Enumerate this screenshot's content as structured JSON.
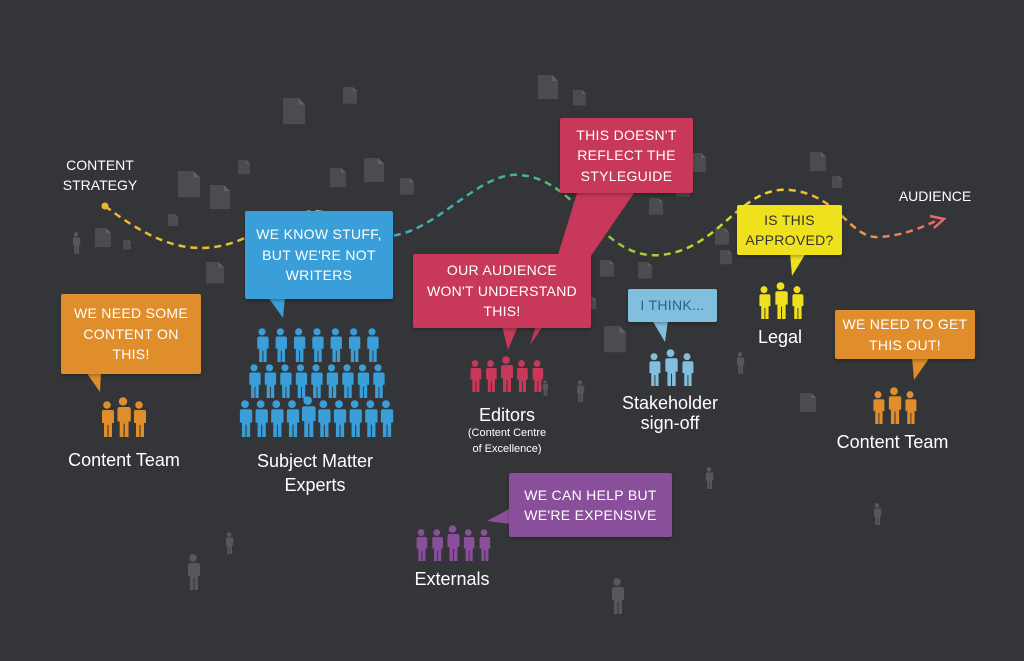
{
  "endpoints": {
    "start": "CONTENT\nSTRATEGY",
    "end": "AUDIENCE"
  },
  "bubbles": {
    "need_content": "WE NEED SOME\nCONTENT ON\nTHIS!",
    "know_stuff": "WE KNOW STUFF,\nBUT WE'RE NOT\nWRITERS",
    "styleguide": "THIS DOESN'T\nREFLECT THE\nSTYLEGUIDE",
    "audience": "OUR AUDIENCE\nWON'T UNDERSTAND\nTHIS!",
    "i_think": "I THINK...",
    "approved": "IS THIS\nAPPROVED?",
    "get_out": "WE NEED TO GET\nTHIS OUT!",
    "expensive": "WE CAN HELP BUT\nWE'RE EXPENSIVE"
  },
  "groups": {
    "content_team_left": "Content Team",
    "sme": "Subject Matter\nExperts",
    "editors": "Editors",
    "editors_sub": "(Content Centre\nof Excellence)",
    "stakeholder": "Stakeholder\nsign-off",
    "legal": "Legal",
    "content_team_right": "Content Team",
    "externals": "Externals"
  },
  "colors": {
    "background": "#333538",
    "orange": "#e08e2b",
    "blue": "#3a9fd8",
    "crimson": "#c8385a",
    "lightblue": "#80c0de",
    "yellow": "#f0e11e",
    "purple": "#8a4f9a",
    "ghost": "#55575b"
  }
}
